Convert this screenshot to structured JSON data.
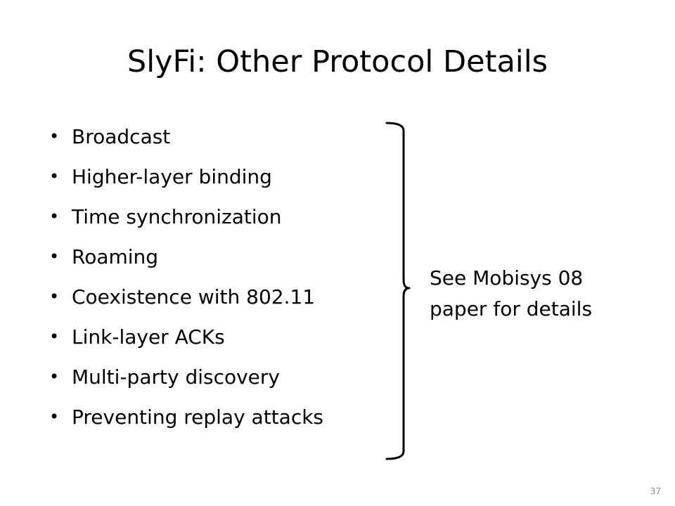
{
  "slide": {
    "title": "SlyFi: Other Protocol Details",
    "bullet_glyph": "•",
    "bullets": [
      "Broadcast",
      "Higher-layer binding",
      "Time synchronization",
      "Roaming",
      "Coexistence with 802.11",
      "Link-layer ACKs",
      "Multi-party discovery",
      "Preventing replay attacks"
    ],
    "note_lines": [
      "See Mobisys 08",
      "paper for details"
    ],
    "slide_number": "37"
  },
  "colors": {
    "text": "#000000",
    "slide_number": "#8c8c8c",
    "background": "#ffffff"
  }
}
